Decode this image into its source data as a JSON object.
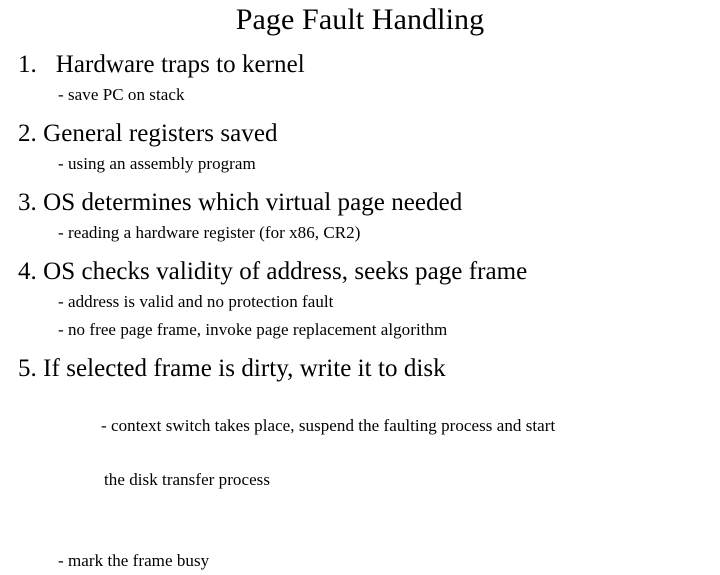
{
  "slide": {
    "title": "Page Fault Handling",
    "background_color": "#ffffff",
    "text_color": "#000000",
    "steps": [
      {
        "number": "1.",
        "heading": "1.   Hardware traps to kernel",
        "bullets": [
          {
            "text": "- save PC on stack",
            "continuation": null
          }
        ]
      },
      {
        "number": "2.",
        "heading": "2. General registers saved",
        "bullets": [
          {
            "text": "- using an assembly program",
            "continuation": null
          }
        ]
      },
      {
        "number": "3.",
        "heading": "3. OS determines which virtual page needed",
        "bullets": [
          {
            "text": "- reading a hardware register (for x86, CR2)",
            "continuation": null
          }
        ]
      },
      {
        "number": "4.",
        "heading": "4. OS checks validity of address, seeks page frame",
        "bullets": [
          {
            "text": "- address is valid and no protection fault",
            "continuation": null
          },
          {
            "text": "- no free page frame, invoke page replacement algorithm",
            "continuation": null
          }
        ]
      },
      {
        "number": "5.",
        "heading": "5. If selected frame is dirty, write it to disk",
        "bullets": [
          {
            "text": "- context switch takes place, suspend the faulting process and start",
            "continuation": "the disk transfer process"
          },
          {
            "text": "- mark the frame busy",
            "continuation": null
          }
        ]
      }
    ]
  }
}
